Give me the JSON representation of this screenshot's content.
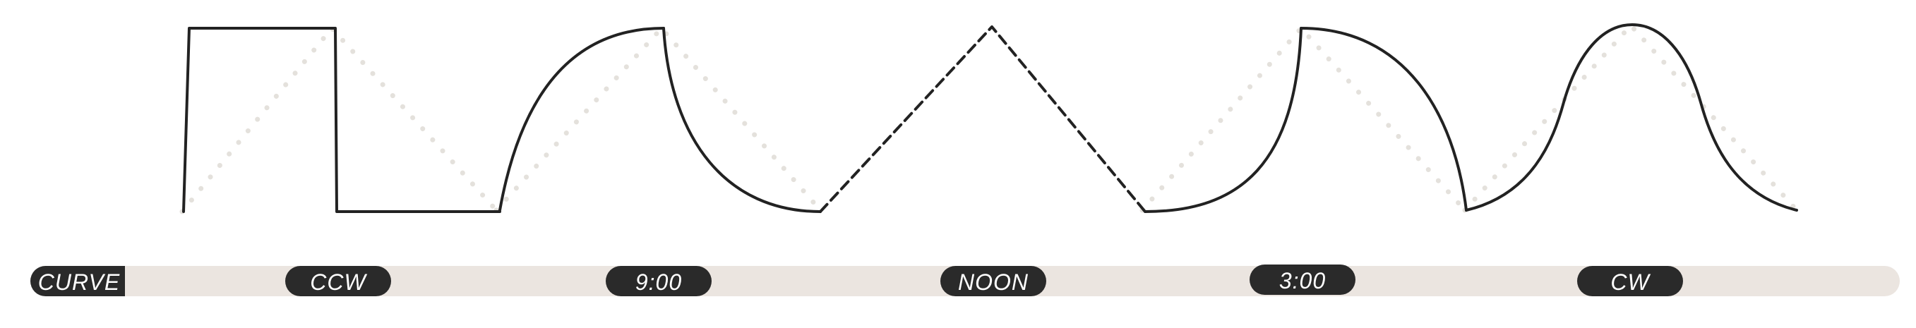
{
  "colors": {
    "curve": "#222222",
    "reference": "#e4e1dc",
    "track": "#ebe5e0",
    "pill": "#2a2a2a",
    "pill_text": "#ffffff"
  },
  "scale": {
    "label": "CURVE",
    "positions": [
      {
        "id": "ccw",
        "label": "CCW"
      },
      {
        "id": "nine",
        "label": "9:00"
      },
      {
        "id": "noon",
        "label": "NOON"
      },
      {
        "id": "three",
        "label": "3:00"
      },
      {
        "id": "cw",
        "label": "CW"
      }
    ]
  }
}
